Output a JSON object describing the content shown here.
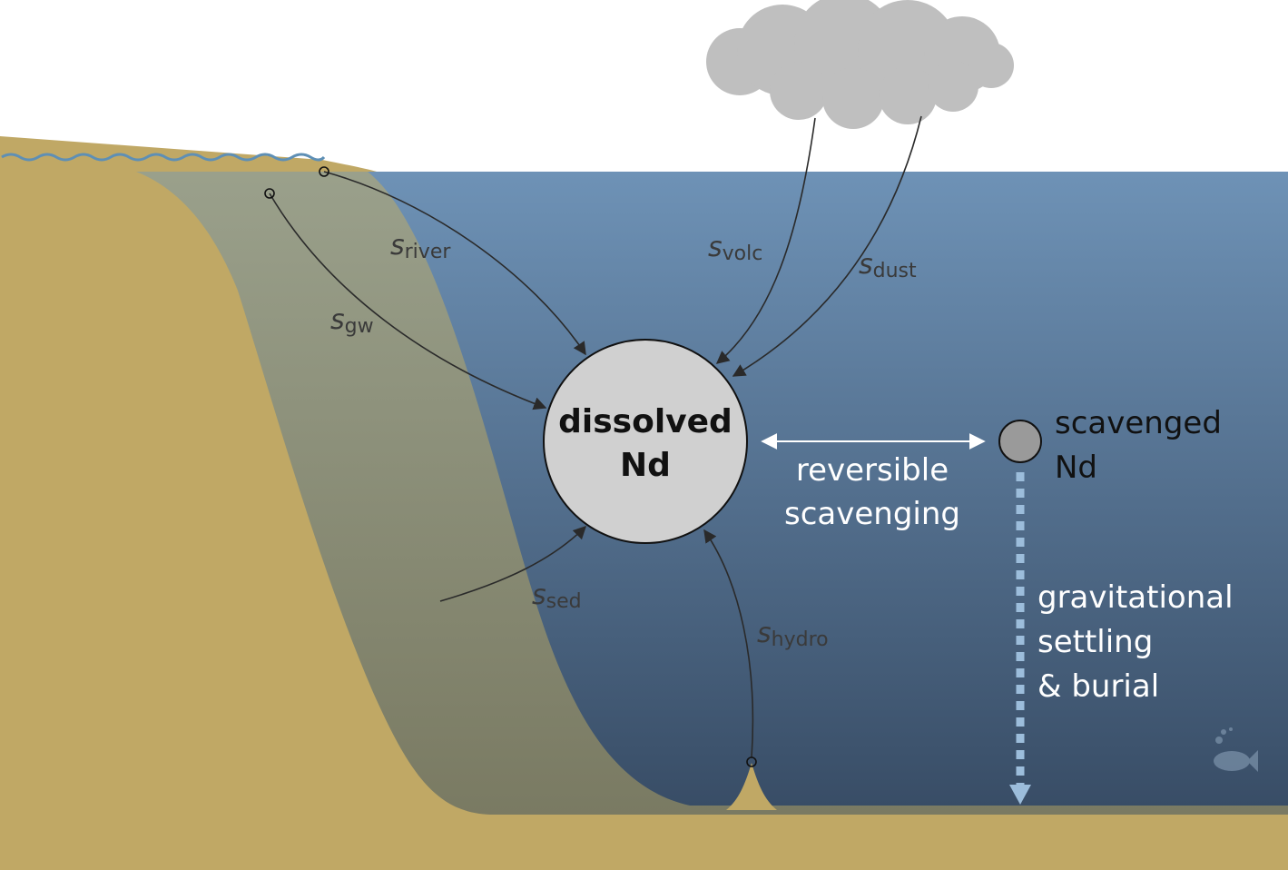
{
  "center": {
    "line1": "dissolved",
    "line2": "Nd"
  },
  "scavenged": {
    "line1": "scavenged",
    "line2": "Nd"
  },
  "exchange": {
    "line1": "reversible",
    "line2": "scavenging"
  },
  "settling": {
    "line1": "gravitational",
    "line2": "settling",
    "line3": "& burial"
  },
  "sources": {
    "river": {
      "symbol": "s",
      "subscript": "river"
    },
    "gw": {
      "symbol": "s",
      "subscript": "gw"
    },
    "volc": {
      "symbol": "s",
      "subscript": "volc"
    },
    "dust": {
      "symbol": "s",
      "subscript": "dust"
    },
    "sed": {
      "symbol": "s",
      "subscript": "sed"
    },
    "hydro": {
      "symbol": "s",
      "subscript": "hydro"
    }
  },
  "colors": {
    "land": "#c0a865",
    "shelf": "#8d8e72",
    "ocean_top": "#6e92b6",
    "ocean_bottom": "#33465e",
    "cloud": "#bfbfbf",
    "dissolved_circle": "#d0d0d0",
    "scavenged_circle": "#9a9a9a",
    "settling_arrow": "#9cbddb",
    "river_wave": "#5e8fb5"
  },
  "icons": {
    "cloud": "cloud-icon",
    "fish": "fish-icon"
  }
}
